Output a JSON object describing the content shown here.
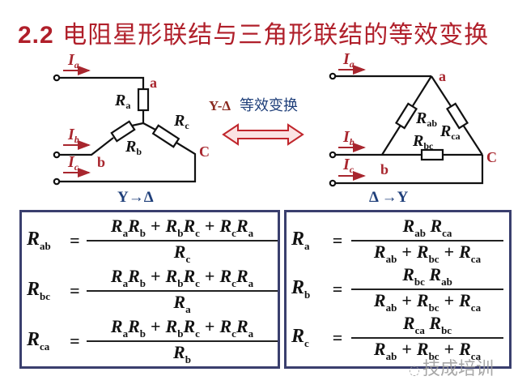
{
  "title": {
    "number": "2.2",
    "text": "电阻星形联结与三角形联结的等效变换"
  },
  "center": {
    "label_prefix": "Y-Δ",
    "label_text": "等效变换",
    "arrow_icon": "double-arrow-icon"
  },
  "star": {
    "caption": "Y→Δ",
    "currents": [
      "I_a",
      "I_b",
      "I_c"
    ],
    "nodes": [
      "a",
      "b",
      "C"
    ],
    "resistors": [
      {
        "R": "R",
        "sub": "a"
      },
      {
        "R": "R",
        "sub": "b"
      },
      {
        "R": "R",
        "sub": "c"
      }
    ]
  },
  "delta": {
    "caption": "Δ →Y",
    "currents": [
      "I_a",
      "I_b",
      "I_c"
    ],
    "nodes": [
      "a",
      "b",
      "C"
    ],
    "resistors": [
      {
        "R": "R",
        "sub": "ab"
      },
      {
        "R": "R",
        "sub": "bc"
      },
      {
        "R": "R",
        "sub": "ca"
      }
    ]
  },
  "labels": {
    "I": "I",
    "a": "a",
    "b": "b",
    "c": "c",
    "C": "C",
    "ab": "ab",
    "bc": "bc",
    "ca": "ca",
    "R": "R",
    "eq": "=",
    "plus": "+"
  },
  "formulas_y_to_delta": [
    {
      "lhs_sub": "ab",
      "den_sub": "c"
    },
    {
      "lhs_sub": "bc",
      "den_sub": "a"
    },
    {
      "lhs_sub": "ca",
      "den_sub": "b"
    }
  ],
  "formulas_delta_to_y": [
    {
      "lhs_sub": "a",
      "num1": "ab",
      "num2": "ca"
    },
    {
      "lhs_sub": "b",
      "num1": "bc",
      "num2": "ab"
    },
    {
      "lhs_sub": "c",
      "num1": "ca",
      "num2": "bc"
    }
  ],
  "watermark": {
    "text": "技成培训",
    "icon": "wechat-icon"
  },
  "colors": {
    "title": "#b01f2a",
    "label_red": "#a8262e",
    "label_blue": "#1f3f7a",
    "box_border": "#3a3f6e",
    "arrow": "#c0262c"
  }
}
